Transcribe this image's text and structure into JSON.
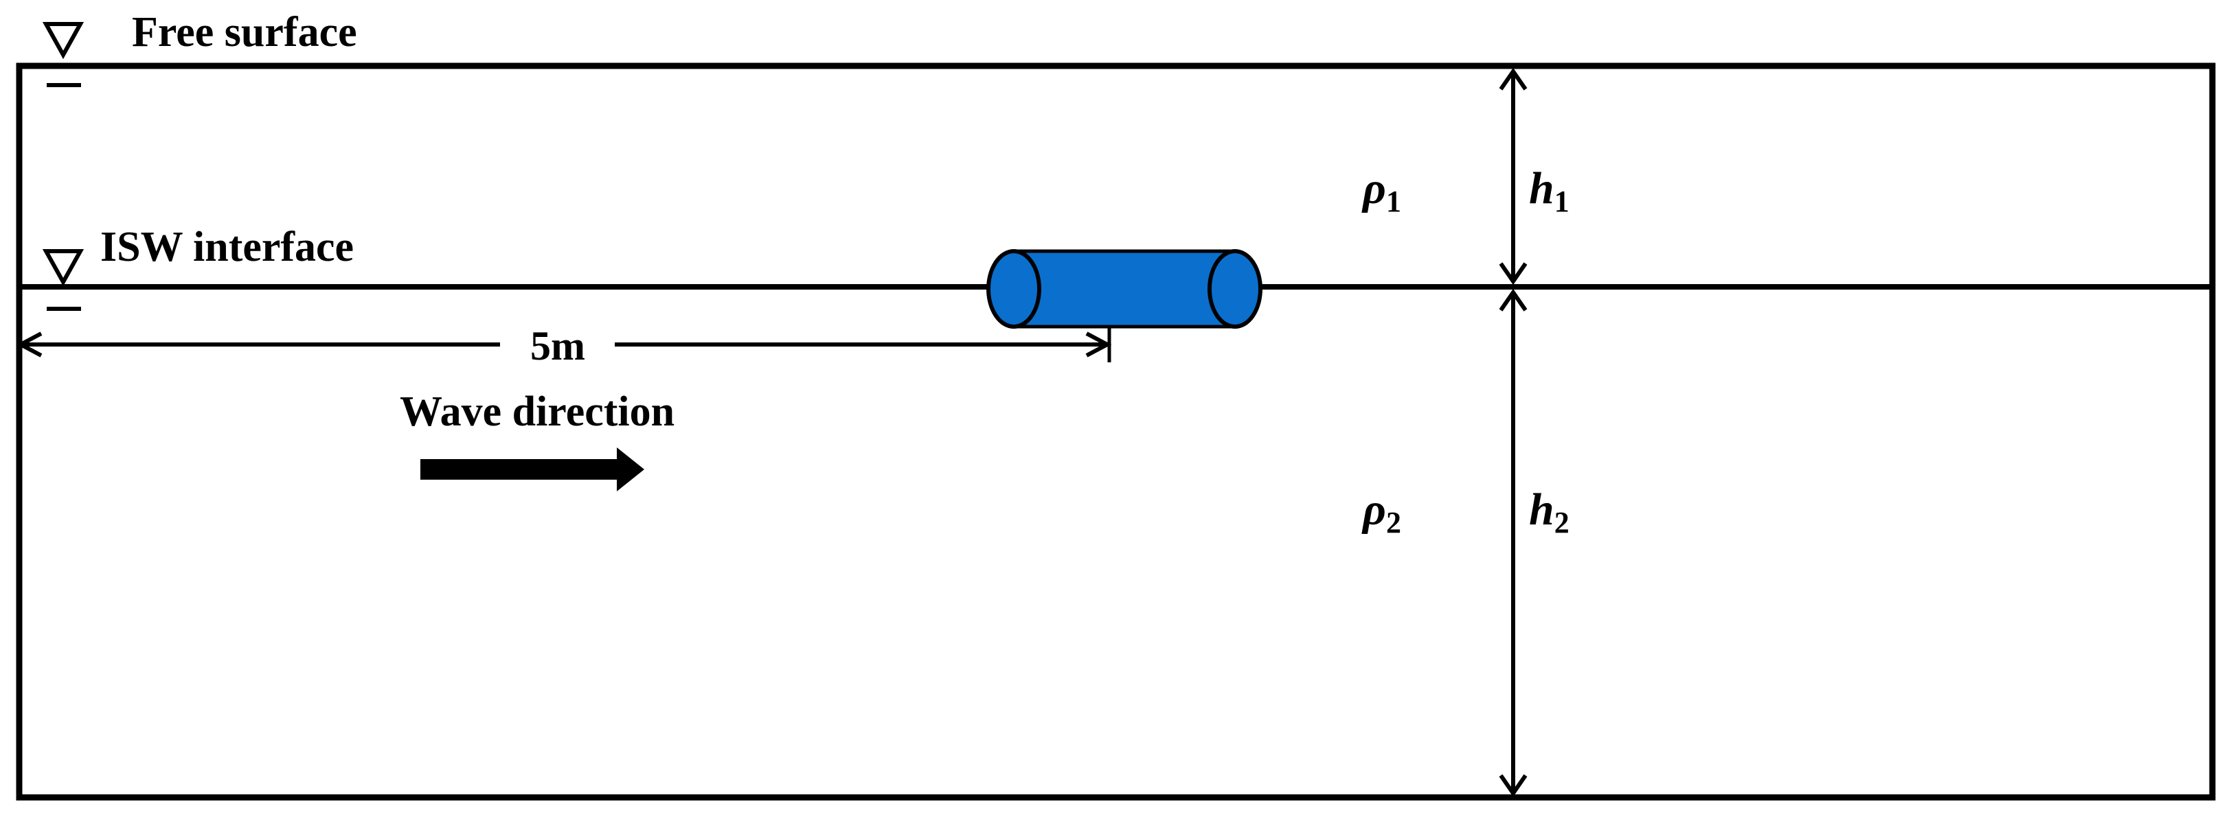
{
  "labels": {
    "free_surface": "Free surface",
    "interface": "ISW interface",
    "distance": "5m",
    "wave_direction": "Wave direction",
    "rho_1": "ρ",
    "rho_1_sub": "1",
    "rho_2": "ρ",
    "rho_2_sub": "2",
    "h_1": "h",
    "h_1_sub": "1",
    "h_2": "h",
    "h_2_sub": "2"
  },
  "colors": {
    "cylinder_fill": "#0b6fcd",
    "line": "#000000"
  },
  "icons": {
    "water_level": "inverted-triangle-water-level-icon",
    "wave_arrow": "right-arrow-icon"
  }
}
